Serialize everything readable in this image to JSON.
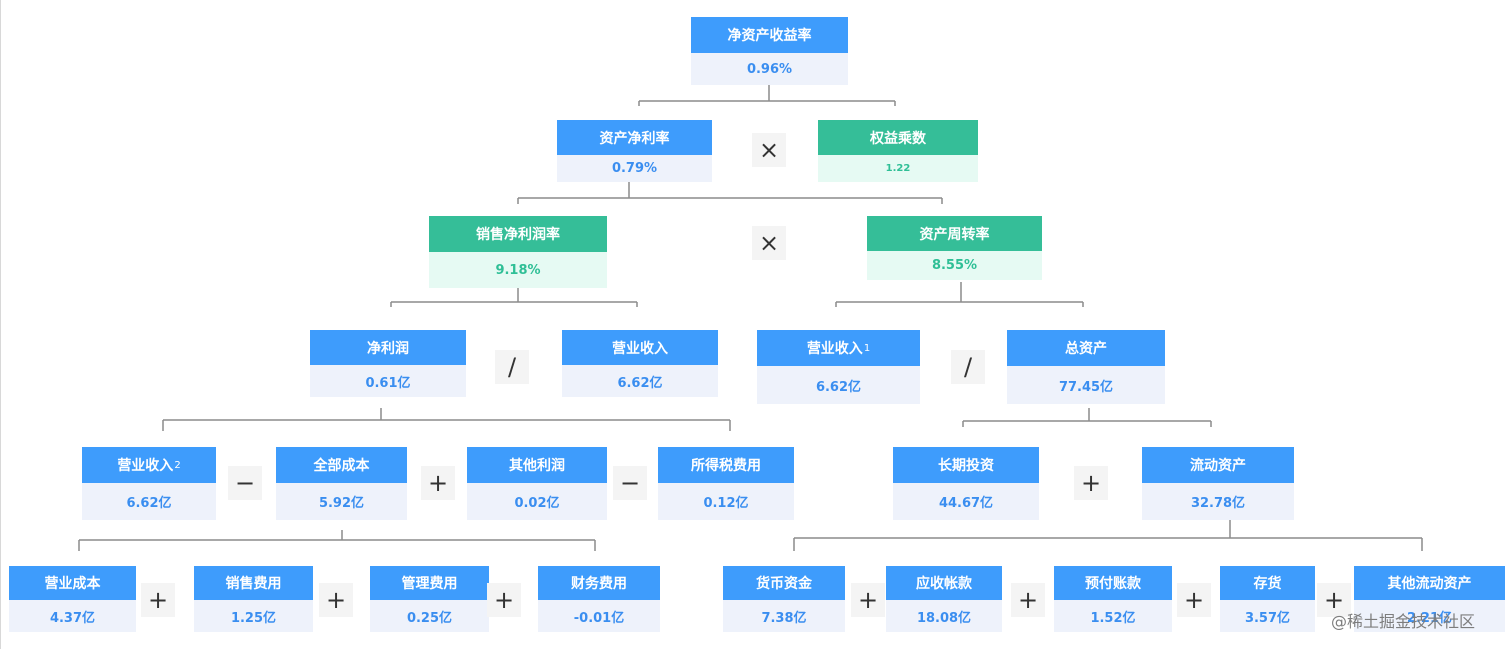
{
  "nodes": {
    "roe": {
      "title": "净资产收益率",
      "value": "0.96%"
    },
    "roa": {
      "title": "资产净利率",
      "value": "0.79%"
    },
    "equity_multiplier": {
      "title": "权益乘数",
      "value": "1.22"
    },
    "net_margin": {
      "title": "销售净利润率",
      "value": "9.18%"
    },
    "asset_turnover": {
      "title": "资产周转率",
      "value": "8.55%"
    },
    "net_profit": {
      "title": "净利润",
      "value": "0.61亿"
    },
    "revenue": {
      "title": "营业收入",
      "value": "6.62亿"
    },
    "revenue_1": {
      "title": "营业收入",
      "sup": "1",
      "value": "6.62亿"
    },
    "total_assets": {
      "title": "总资产",
      "value": "77.45亿"
    },
    "revenue_2": {
      "title": "营业收入",
      "sup": "2",
      "value": "6.62亿"
    },
    "total_cost": {
      "title": "全部成本",
      "value": "5.92亿"
    },
    "other_profit": {
      "title": "其他利润",
      "value": "0.02亿"
    },
    "income_tax": {
      "title": "所得税费用",
      "value": "0.12亿"
    },
    "long_term_investment": {
      "title": "长期投资",
      "value": "44.67亿"
    },
    "current_assets": {
      "title": "流动资产",
      "value": "32.78亿"
    },
    "operating_cost": {
      "title": "营业成本",
      "value": "4.37亿"
    },
    "selling_expense": {
      "title": "销售费用",
      "value": "1.25亿"
    },
    "admin_expense": {
      "title": "管理费用",
      "value": "0.25亿"
    },
    "finance_expense": {
      "title": "财务费用",
      "value": "-0.01亿"
    },
    "cash": {
      "title": "货币资金",
      "value": "7.38亿"
    },
    "receivables": {
      "title": "应收帐款",
      "value": "18.08亿"
    },
    "prepayments": {
      "title": "预付账款",
      "value": "1.52亿"
    },
    "inventory": {
      "title": "存货",
      "value": "3.57亿"
    },
    "other_current_assets": {
      "title": "其他流动资产",
      "value": "2.21亿"
    }
  },
  "operators": {
    "times": "×",
    "divide": "/",
    "minus": "−",
    "plus": "+"
  },
  "colors": {
    "header_blue": "#3e9cfc",
    "value_bg_blue": "#eef2fb",
    "value_text_blue": "#3a8ef0",
    "header_green": "#35be98",
    "value_bg_green": "#e6faf3",
    "value_text_green": "#2fbf96",
    "connector": "#8c8c8c"
  },
  "watermark": "@稀土掘金技术社区"
}
